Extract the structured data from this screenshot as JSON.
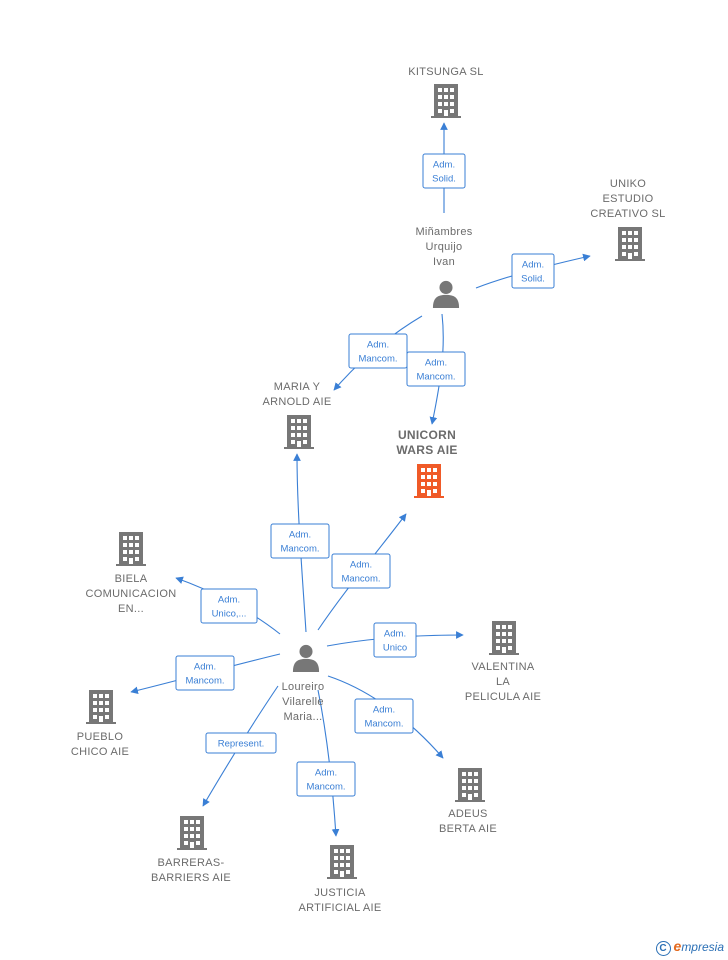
{
  "colors": {
    "company": "#777777",
    "company_main": "#f05a28",
    "person": "#777777",
    "edge": "#3a7fd5"
  },
  "nodes": [
    {
      "id": "kitsunga",
      "type": "company",
      "lines": [
        "KITSUNGA  SL"
      ]
    },
    {
      "id": "uniko",
      "type": "company",
      "lines": [
        "UNIKO",
        "ESTUDIO",
        "CREATIVO SL"
      ]
    },
    {
      "id": "minambres",
      "type": "person",
      "lines": [
        "Miñambres",
        "Urquijo",
        "Ivan"
      ]
    },
    {
      "id": "maria_arnold",
      "type": "company",
      "lines": [
        "MARIA Y",
        "ARNOLD  AIE"
      ]
    },
    {
      "id": "unicorn",
      "type": "company_main",
      "lines": [
        "UNICORN",
        "WARS AIE"
      ]
    },
    {
      "id": "biela",
      "type": "company",
      "lines": [
        "BIELA",
        "COMUNICACION",
        "EN..."
      ]
    },
    {
      "id": "loureiro",
      "type": "person",
      "lines": [
        "Loureiro",
        "Vilarelle",
        "Maria..."
      ]
    },
    {
      "id": "valentina",
      "type": "company",
      "lines": [
        "VALENTINA",
        "LA",
        "PELICULA  AIE"
      ]
    },
    {
      "id": "pueblo",
      "type": "company",
      "lines": [
        "PUEBLO",
        "CHICO  AIE"
      ]
    },
    {
      "id": "adeus",
      "type": "company",
      "lines": [
        "ADEUS",
        "BERTA  AIE"
      ]
    },
    {
      "id": "barreras",
      "type": "company",
      "lines": [
        "BARRERAS-",
        "BARRIERS AIE"
      ]
    },
    {
      "id": "justicia",
      "type": "company",
      "lines": [
        "JUSTICIA",
        "ARTIFICIAL  AIE"
      ]
    }
  ],
  "edges": [
    {
      "id": "e1",
      "from": "minambres",
      "to": "kitsunga",
      "lines": [
        "Adm.",
        "Solid."
      ]
    },
    {
      "id": "e2",
      "from": "minambres",
      "to": "uniko",
      "lines": [
        "Adm.",
        "Solid."
      ]
    },
    {
      "id": "e3",
      "from": "minambres",
      "to": "maria_arnold",
      "lines": [
        "Adm.",
        "Mancom."
      ]
    },
    {
      "id": "e4",
      "from": "minambres",
      "to": "unicorn",
      "lines": [
        "Adm.",
        "Mancom."
      ]
    },
    {
      "id": "e5",
      "from": "loureiro",
      "to": "maria_arnold",
      "lines": [
        "Adm.",
        "Mancom."
      ]
    },
    {
      "id": "e6",
      "from": "loureiro",
      "to": "unicorn",
      "lines": [
        "Adm.",
        "Mancom."
      ]
    },
    {
      "id": "e7",
      "from": "loureiro",
      "to": "biela",
      "lines": [
        "Adm.",
        "Unico,..."
      ]
    },
    {
      "id": "e8",
      "from": "loureiro",
      "to": "valentina",
      "lines": [
        "Adm.",
        "Unico"
      ]
    },
    {
      "id": "e9",
      "from": "loureiro",
      "to": "pueblo",
      "lines": [
        "Adm.",
        "Mancom."
      ]
    },
    {
      "id": "e10",
      "from": "loureiro",
      "to": "adeus",
      "lines": [
        "Adm.",
        "Mancom."
      ]
    },
    {
      "id": "e11",
      "from": "loureiro",
      "to": "barreras",
      "lines": [
        "Represent."
      ]
    },
    {
      "id": "e12",
      "from": "loureiro",
      "to": "justicia",
      "lines": [
        "Adm.",
        "Mancom."
      ]
    }
  ],
  "footer": {
    "copyright_symbol": "C",
    "brand_first": "e",
    "brand_rest": "mpresia"
  }
}
